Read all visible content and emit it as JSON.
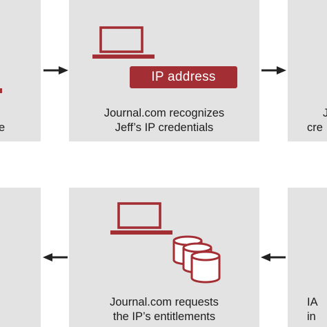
{
  "colors": {
    "panel": "#e3e3e3",
    "accent": "#a32f35",
    "text": "#1c1c1c",
    "arrow": "#222222"
  },
  "steps": {
    "recognize": {
      "icon": "laptop-icon",
      "badge": "IP address",
      "caption_line1": "Journal.com recognizes",
      "caption_line2": "Jeff’s IP credentials"
    },
    "request": {
      "icons": [
        "laptop-icon",
        "database-icon"
      ],
      "caption_line1": "Journal.com requests",
      "caption_line2": "the IP’s entitlements"
    }
  },
  "partial_text": {
    "left_top": "e",
    "right_top_line1": "J",
    "right_top_line2": "cre",
    "right_bottom_line1": "IA",
    "right_bottom_line2": "in"
  },
  "arrows": [
    "arrow-right",
    "arrow-right",
    "arrow-left",
    "arrow-left"
  ]
}
